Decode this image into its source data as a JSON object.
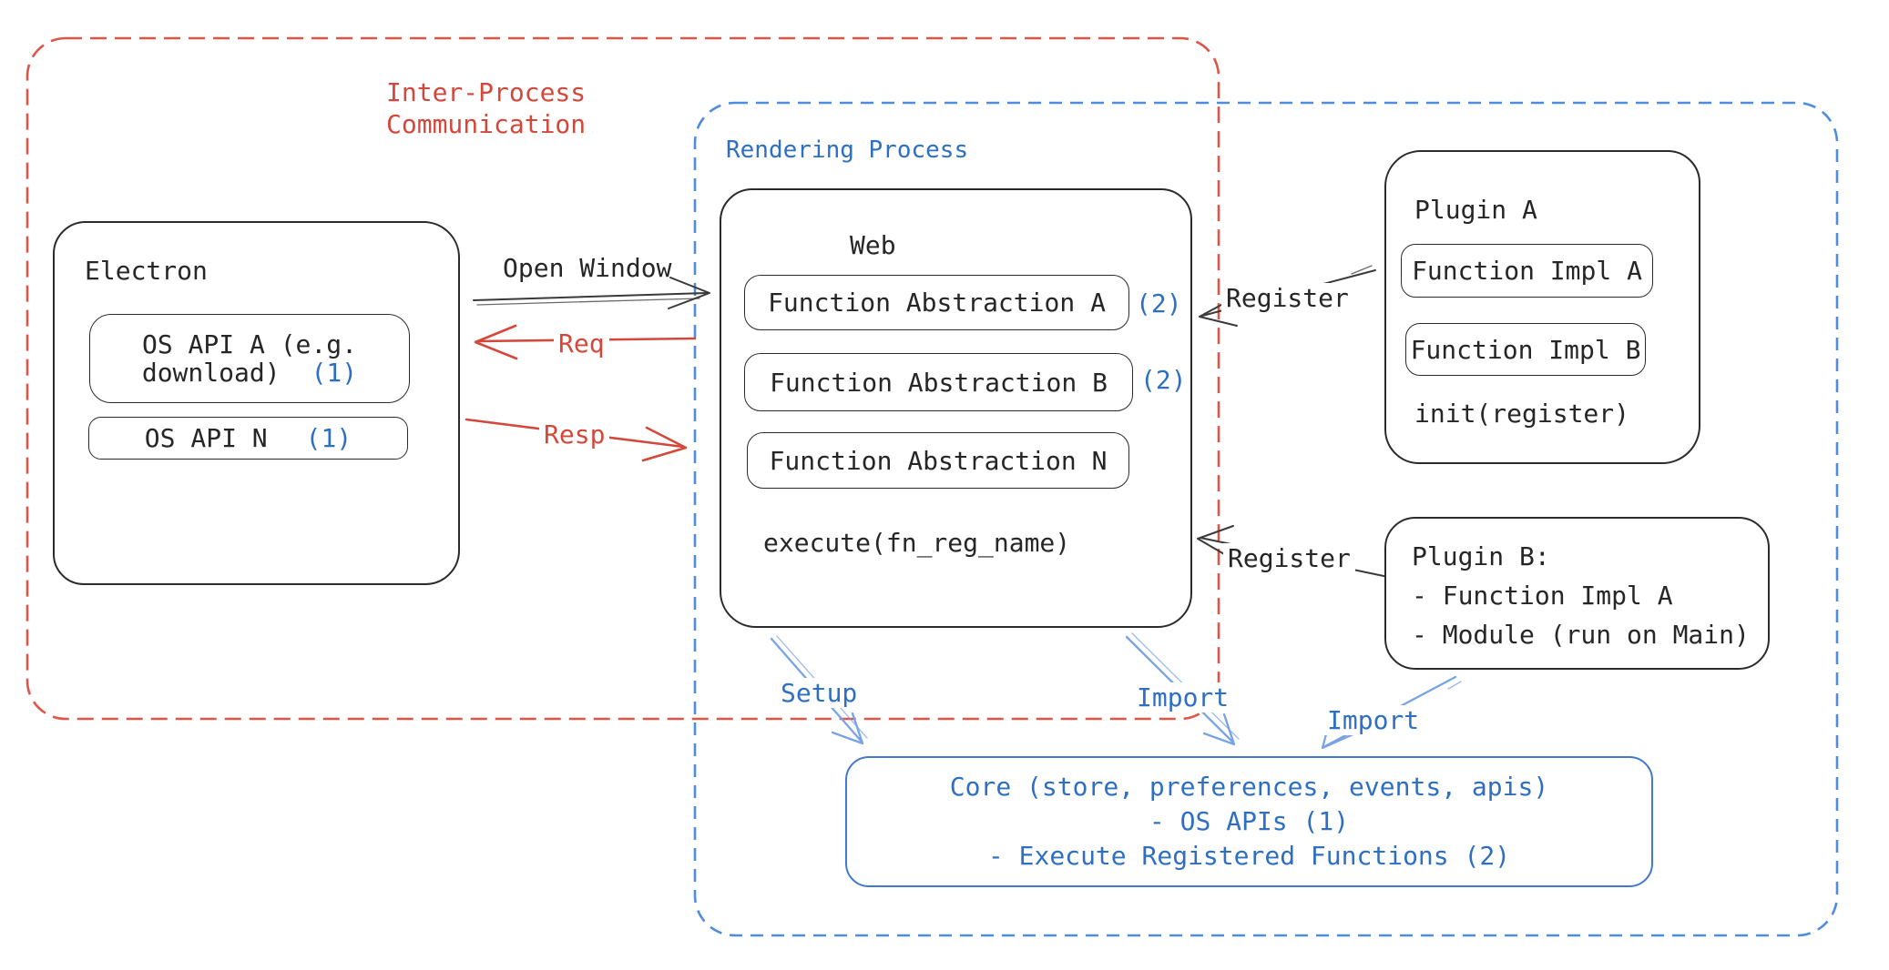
{
  "colors": {
    "red": "#d4483c",
    "red_dash": "#de5547",
    "blue_text": "#2e6fc4",
    "blue_dash": "#4f8ce0",
    "blue_arrow": "#79a3e2",
    "core_border": "#4179ce",
    "ink": "#2b2b2b"
  },
  "ipc": {
    "line1": "Inter-Process",
    "line2": "Communication"
  },
  "rendering": {
    "label": "Rendering Process"
  },
  "electron": {
    "title": "Electron",
    "os_api_a_line1": "OS API A (e.g.",
    "os_api_a_line2": "download)",
    "os_api_a_ref": "(1)",
    "os_api_n_label": "OS API N",
    "os_api_n_ref": "(1)"
  },
  "web": {
    "title": "Web",
    "fa_a": "Function Abstraction A",
    "fa_a_ref": "(2)",
    "fa_b": "Function Abstraction B",
    "fa_b_ref": "(2)",
    "fa_n": "Function Abstraction N",
    "execute": "execute(fn_reg_name)"
  },
  "plugin_a": {
    "title": "Plugin A",
    "impl_a": "Function Impl A",
    "impl_b": "Function Impl B",
    "init": "init(register)"
  },
  "plugin_b": {
    "title": "Plugin B:",
    "item1": "- Function Impl A",
    "item2": "- Module (run on Main)"
  },
  "core": {
    "line1": "Core (store, preferences, events, apis)",
    "line2": "- OS APIs (1)",
    "line3": "- Execute Registered Functions (2)"
  },
  "arrows": {
    "open_window": "Open Window",
    "req": "Req",
    "resp": "Resp",
    "register_a": "Register",
    "register_b": "Register",
    "setup": "Setup",
    "import_web": "Import",
    "import_plugin": "Import"
  }
}
